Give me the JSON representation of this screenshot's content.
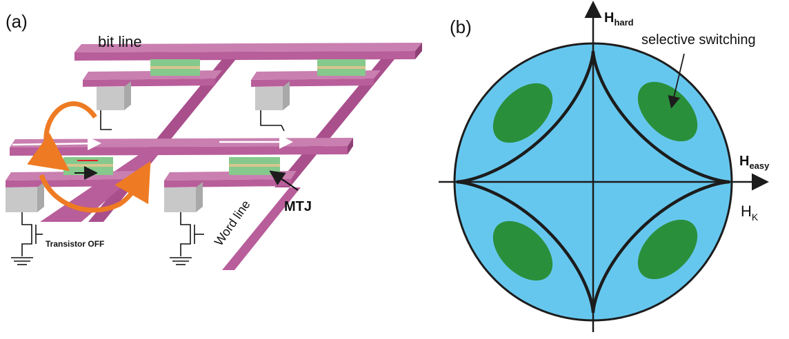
{
  "panel_a": {
    "tag": "(a)",
    "bit_line": "bit line",
    "word_line": "Word line",
    "mtj": "MTJ",
    "transistor": "Transistor OFF",
    "colors": {
      "line": "#b85e9a",
      "line_top": "#c97fb0",
      "line_side": "#8e3f74",
      "mtj_green": "#86c98c",
      "mtj_tan": "#d8c58e",
      "block": "#c8c8c8",
      "arrow": "#ee7b23"
    }
  },
  "panel_b": {
    "tag": "(b)",
    "axis_hard": {
      "main": "H",
      "sub": "hard"
    },
    "axis_easy": {
      "main": "H",
      "sub": "easy"
    },
    "hk": {
      "main": "H",
      "sub": "K"
    },
    "annotation": "selective switching",
    "colors": {
      "disk": "#66c7ee",
      "region": "#2a8f3b",
      "stroke": "#1c1c1c"
    }
  }
}
